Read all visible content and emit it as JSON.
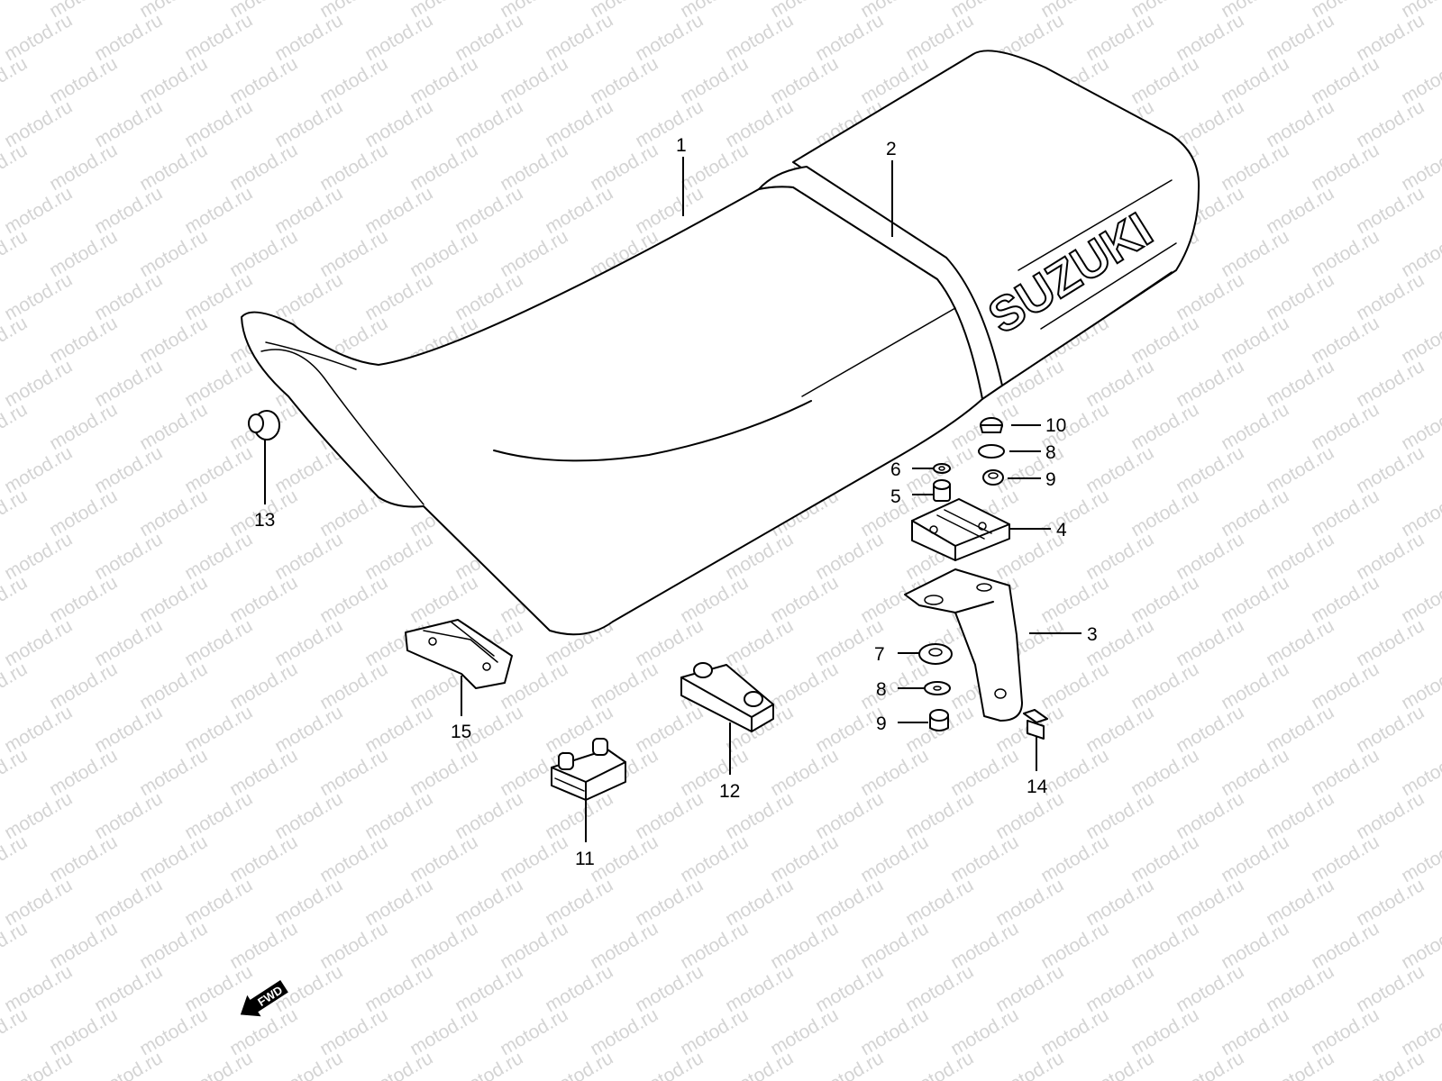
{
  "watermark": "motod.ru",
  "logo_text": "SUZUKI",
  "fwd_label": "FWD",
  "callouts": {
    "c1": "1",
    "c2": "2",
    "c3": "3",
    "c4": "4",
    "c5": "5",
    "c6": "6",
    "c7": "7",
    "c8a": "8",
    "c8b": "8",
    "c9a": "9",
    "c9b": "9",
    "c10": "10",
    "c11": "11",
    "c12": "12",
    "c13": "13",
    "c14": "14",
    "c15": "15"
  }
}
